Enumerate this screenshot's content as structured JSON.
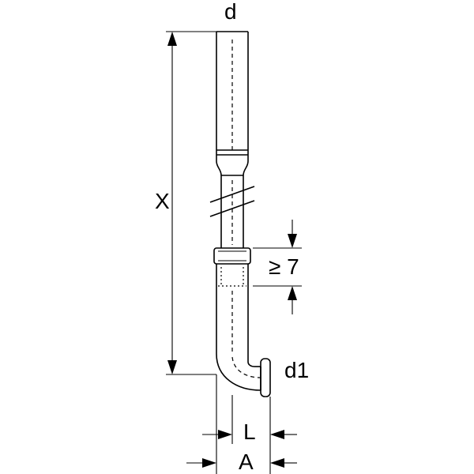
{
  "labels": {
    "d": "d",
    "x": "X",
    "min_depth": "≥ 7",
    "d1": "d1",
    "l": "L",
    "a": "A"
  }
}
